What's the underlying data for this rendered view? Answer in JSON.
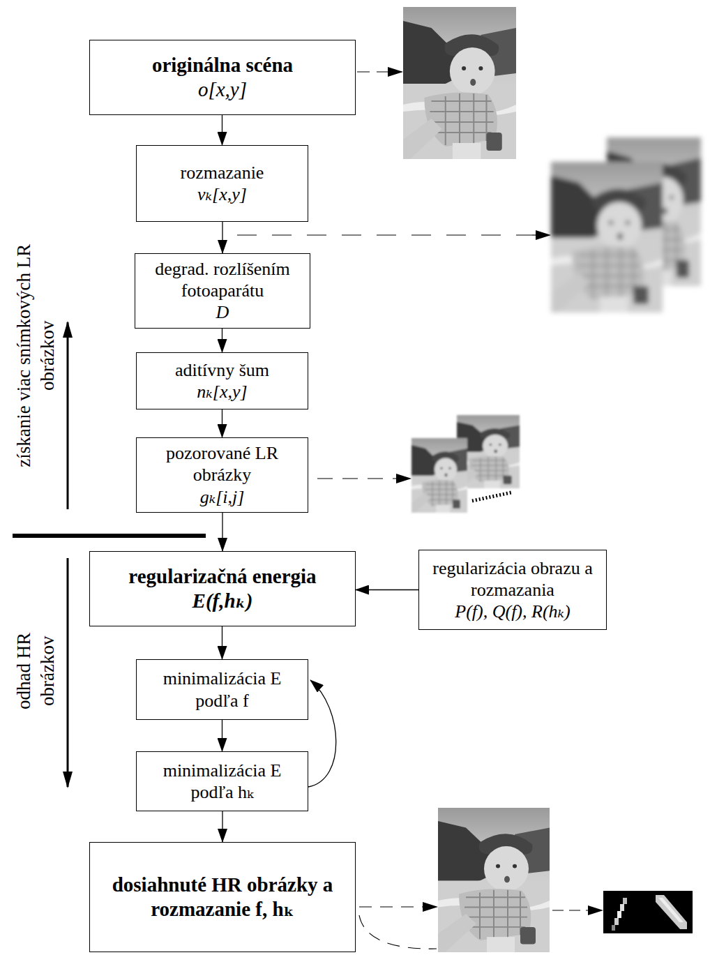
{
  "diagram": {
    "nodes": [
      {
        "text": [
          "originálna scéna",
          "o[x,y]"
        ]
      },
      {
        "text": [
          "rozmazanie",
          "vₖ[x,y]"
        ]
      },
      {
        "text": [
          "degrad. rozlíšením fotoaparátu",
          "D"
        ]
      },
      {
        "text": [
          "aditívny šum",
          "nₖ[x,y]"
        ]
      },
      {
        "text": [
          "pozorované LR obrázky",
          "gₖ[i,j]"
        ]
      },
      {
        "text": [
          "regularizačná energia",
          "E(f,hₖ)"
        ]
      },
      {
        "text": [
          "regularizácia obrazu a rozmazania",
          "P(f), Q(f), R(hₖ)"
        ]
      },
      {
        "text": [
          "minimalizácia E podľa f"
        ]
      },
      {
        "text": [
          "minimalizácia E podľa hₖ"
        ]
      },
      {
        "text": [
          "dosiahnuté HR obrázky a rozmazanie f, hₖ"
        ]
      }
    ],
    "edges": [
      {
        "from": 0,
        "to": 1,
        "arrow": "to"
      },
      {
        "from": 1,
        "to": 2,
        "arrow": "to"
      },
      {
        "from": 2,
        "to": 3,
        "arrow": "to"
      },
      {
        "from": 3,
        "to": 4,
        "arrow": "to"
      },
      {
        "from": 4,
        "to": 5,
        "arrow": "to"
      },
      {
        "from": 6,
        "to": 5,
        "arrow": "to"
      },
      {
        "from": 5,
        "to": 7,
        "arrow": "to"
      },
      {
        "from": 7,
        "to": 8,
        "arrow": "to"
      },
      {
        "from": 8,
        "to": 7,
        "arrow": "to"
      },
      {
        "from": 8,
        "to": 9,
        "arrow": "to"
      }
    ],
    "labels": [
      "získanie viac snímkových LR obrázkov",
      "odhad HR obrázkov"
    ]
  }
}
